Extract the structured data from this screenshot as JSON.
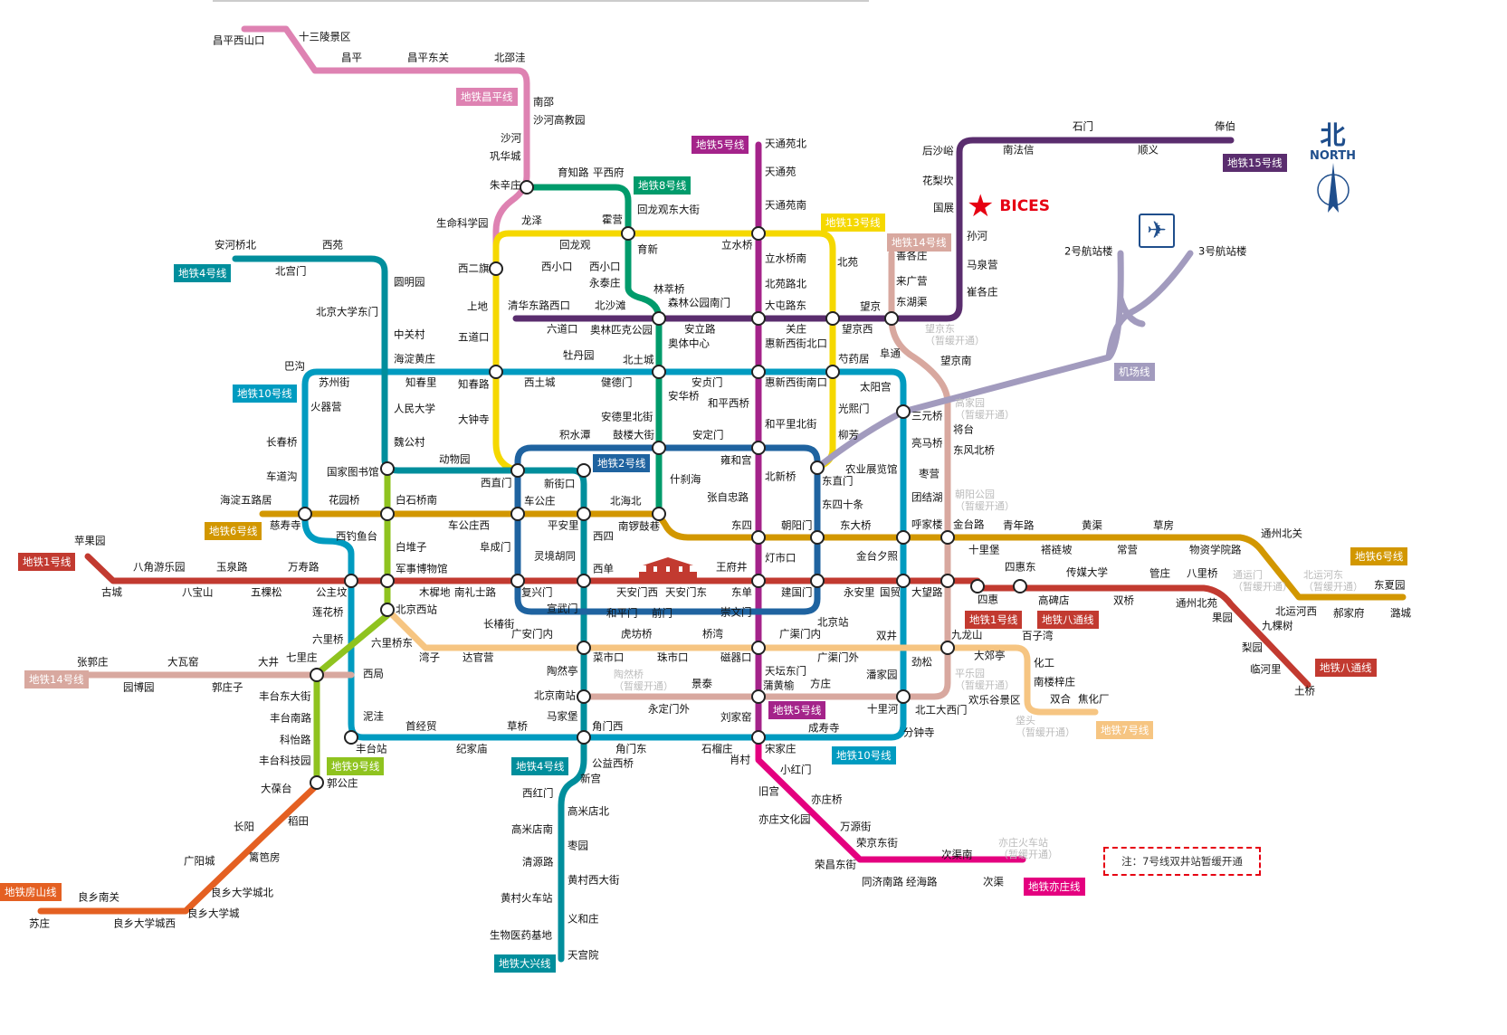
{
  "lines": [
    {
      "name": "地铁1号线",
      "color": "#c23a30"
    },
    {
      "name": "地铁2号线",
      "color": "#1f63a0"
    },
    {
      "name": "地铁4号线",
      "color": "#008e9c"
    },
    {
      "name": "地铁5号线",
      "color": "#a4238a"
    },
    {
      "name": "地铁6号线",
      "color": "#d29700"
    },
    {
      "name": "地铁7号线",
      "color": "#f6c582"
    },
    {
      "name": "地铁8号线",
      "color": "#009b6b"
    },
    {
      "name": "地铁9号线",
      "color": "#8fc31f"
    },
    {
      "name": "地铁10号线",
      "color": "#009bc0"
    },
    {
      "name": "地铁13号线",
      "color": "#f5d800"
    },
    {
      "name": "地铁14号线",
      "color": "#d8a89f"
    },
    {
      "name": "地铁15号线",
      "color": "#5a2d6e"
    },
    {
      "name": "地铁昌平线",
      "color": "#de82b2"
    },
    {
      "name": "地铁房山线",
      "color": "#e46022"
    },
    {
      "name": "地铁亦庄线",
      "color": "#e4007f"
    },
    {
      "name": "地铁大兴线",
      "color": "#008e9c"
    },
    {
      "name": "地铁八通线",
      "color": "#c23a30"
    },
    {
      "name": "机场线",
      "color": "#a29bbe"
    }
  ],
  "stations": [
    "昌平西山口",
    "十三陵景区",
    "昌平",
    "昌平东关",
    "北邵洼",
    "南邵",
    "沙河高教园",
    "沙河",
    "巩华城",
    "朱辛庄",
    "生命科学园",
    "育知路",
    "平西府",
    "回龙观东大街",
    "霍营",
    "育新",
    "西小口",
    "永泰庄",
    "林萃桥",
    "森林公园南门",
    "奥林匹克公园",
    "奥体中心",
    "北土城",
    "安华桥",
    "安德里北街",
    "鼓楼大街",
    "什刹海",
    "南锣鼓巷",
    "龙泽",
    "回龙观",
    "西二旗",
    "上地",
    "五道口",
    "知春路",
    "大钟寺",
    "立水桥",
    "北苑",
    "望京西",
    "芍药居",
    "光熙门",
    "柳芳",
    "东直门",
    "西直门",
    "天通苑北",
    "天通苑",
    "天通苑南",
    "立水桥南",
    "北苑路北",
    "大屯路东",
    "惠新西街北口",
    "惠新西街南口",
    "和平西桥",
    "和平里北街",
    "雍和宫",
    "北新桥",
    "张自忠路",
    "东四",
    "灯市口",
    "东单",
    "崇文门",
    "磁器口",
    "天坛东门",
    "蒲黄榆",
    "刘家窑",
    "宋家庄",
    "后沙峪",
    "南法信",
    "石门",
    "顺义",
    "俸伯",
    "花梨坎",
    "国展",
    "孙河",
    "马泉营",
    "崔各庄",
    "望京",
    "望京东\n（暂缓开通）",
    "善各庄",
    "来广营",
    "东湖渠",
    "阜通",
    "望京南",
    "高家园\n（暂缓开通）",
    "将台",
    "东风北桥",
    "枣营",
    "朝阳公园\n（暂缓开通）",
    "金台路",
    "大望路",
    "九龙山",
    "平乐园\n（暂缓开通）",
    "北工大西门",
    "2号航站楼",
    "3号航站楼",
    "三元桥",
    "巴沟",
    "苏州街",
    "海淀黄庄",
    "知春里",
    "西土城",
    "健德门",
    "安贞门",
    "太阳宫",
    "亮马桥",
    "农业展览馆",
    "团结湖",
    "呼家楼",
    "金台夕照",
    "国贸",
    "双井",
    "劲松",
    "潘家园",
    "十里河",
    "分钟寺",
    "成寿寺",
    "石榴庄",
    "角门东",
    "角门西",
    "草桥",
    "纪家庙",
    "首经贸",
    "丰台站",
    "泥洼",
    "西局",
    "莲花桥",
    "公主坟",
    "西钓鱼台",
    "慈寿寺",
    "车道沟",
    "长春桥",
    "火器营",
    "安河桥北",
    "北宫门",
    "西苑",
    "圆明园",
    "北京大学东门",
    "中关村",
    "人民大学",
    "魏公村",
    "国家图书馆",
    "动物园",
    "新街口",
    "平安里",
    "西四",
    "灵境胡同",
    "西单",
    "宣武门",
    "菜市口",
    "陶然亭",
    "北京南站",
    "马家堡",
    "公益西桥",
    "新宫",
    "西红门",
    "高米店北",
    "高米店南",
    "枣园",
    "清源路",
    "黄村西大街",
    "黄村火车站",
    "义和庄",
    "生物医药基地",
    "天宫院",
    "白石桥南",
    "白堆子",
    "军事博物馆",
    "北京西站",
    "六里桥东",
    "六里桥",
    "七里庄",
    "丰台东大街",
    "丰台南路",
    "科怡路",
    "丰台科技园",
    "郭公庄",
    "大葆台",
    "稻田",
    "长阳",
    "篱笆房",
    "广阳城",
    "良乡大学城北",
    "良乡南关",
    "良乡大学城",
    "苏庄",
    "良乡大学城西",
    "苹果园",
    "古城",
    "八角游乐园",
    "八宝山",
    "玉泉路",
    "五棵松",
    "万寿路",
    "木樨地",
    "南礼士路",
    "复兴门",
    "天安门西",
    "天安门东",
    "王府井",
    "建国门",
    "永安里",
    "四惠东",
    "四惠",
    "高碑店",
    "传媒大学",
    "双桥",
    "管庄",
    "八里桥",
    "通州北苑",
    "果园",
    "九棵树",
    "梨园",
    "临河里",
    "土桥",
    "海淀五路居",
    "花园桥",
    "车公庄西",
    "车公庄",
    "北海北",
    "朝阳门",
    "东大桥",
    "十里堡",
    "青年路",
    "褡裢坡",
    "黄渠",
    "常营",
    "草房",
    "物资学院路",
    "通州北关",
    "通运门\n（暂缓开通）",
    "北运河西",
    "北运河东\n（暂缓开通）",
    "郝家府",
    "东夏园",
    "潞城",
    "积水潭",
    "安定门",
    "东四十条",
    "北京站",
    "前门",
    "和平门",
    "长椿街",
    "阜成门",
    "湾子",
    "达官营",
    "广安门内",
    "虎坊桥",
    "珠市口",
    "桥湾",
    "广渠门内",
    "广渠门外",
    "大郊亭",
    "百子湾",
    "化工",
    "南楼梓庄",
    "欢乐谷景区",
    "双合",
    "焦化厂",
    "垡头\n（暂缓开通）",
    "张郭庄",
    "园博园",
    "大瓦窑",
    "郭庄子",
    "大井",
    "陶然桥\n（暂缓开通）",
    "景泰",
    "永定门外",
    "方庄",
    "肖村",
    "小红门",
    "旧宫",
    "亦庄桥",
    "亦庄文化园",
    "万源街",
    "荣京东街",
    "荣昌东街",
    "同济南路",
    "经海路",
    "次渠南",
    "次渠",
    "亦庄火车站\n（暂缓开通）",
    "清华东路西口",
    "六道口",
    "关庄",
    "北沙滩",
    "安立路",
    "牡丹园",
    "西小口"
  ],
  "compass": {
    "cn": "北",
    "en": "NORTH"
  },
  "landmark": "BICES",
  "note": "注：7号线双井站暂缓开通"
}
